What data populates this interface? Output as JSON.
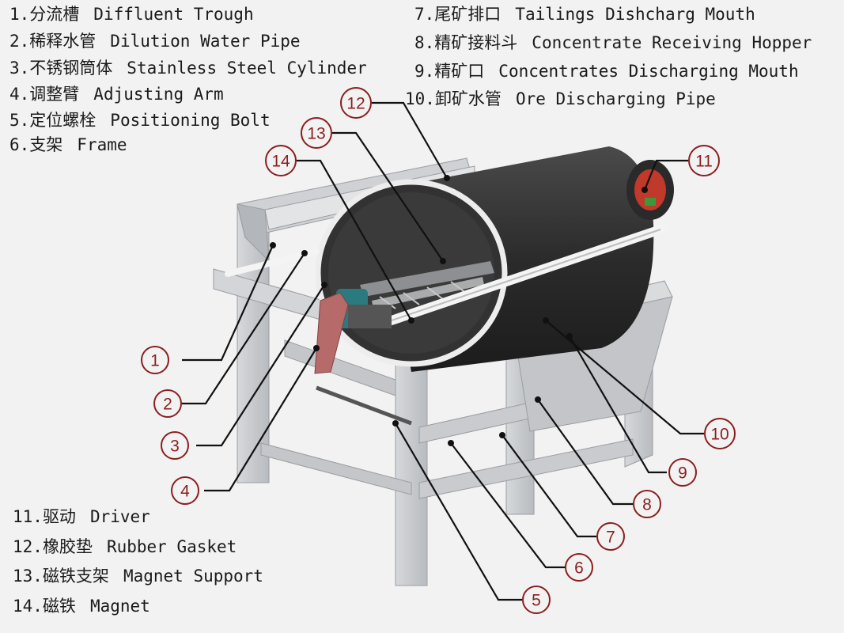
{
  "legend": [
    {
      "num": "1.",
      "cn": "分流槽",
      "en": "Diffluent Trough"
    },
    {
      "num": "2.",
      "cn": "稀释水管",
      "en": "Dilution Water Pipe"
    },
    {
      "num": "3.",
      "cn": "不锈钢筒体",
      "en": "Stainless Steel Cylinder"
    },
    {
      "num": "4.",
      "cn": "调整臂",
      "en": "Adjusting Arm"
    },
    {
      "num": "5.",
      "cn": "定位螺栓",
      "en": "Positioning Bolt"
    },
    {
      "num": "6.",
      "cn": "支架",
      "en": "Frame"
    },
    {
      "num": "7.",
      "cn": "尾矿排口",
      "en": "Tailings Dishcharg Mouth"
    },
    {
      "num": "8.",
      "cn": "精矿接料斗",
      "en": "Concentrate Receiving Hopper"
    },
    {
      "num": "9.",
      "cn": "精矿口",
      "en": "Concentrates Discharging Mouth"
    },
    {
      "num": "10.",
      "cn": "卸矿水管",
      "en": "Ore Discharging Pipe"
    },
    {
      "num": "11.",
      "cn": "驱动",
      "en": "Driver"
    },
    {
      "num": "12.",
      "cn": "橡胶垫",
      "en": "Rubber Gasket"
    },
    {
      "num": "13.",
      "cn": "磁铁支架",
      "en": "Magnet Support"
    },
    {
      "num": "14.",
      "cn": "磁铁",
      "en": "Magnet"
    }
  ],
  "callouts": [
    "1",
    "2",
    "3",
    "4",
    "5",
    "6",
    "7",
    "8",
    "9",
    "10",
    "11",
    "12",
    "13",
    "14"
  ],
  "colors": {
    "callout": "#8a1f1f",
    "drum": "#2b2b2b",
    "frame": "#c9cbce",
    "driver": "#c0392b",
    "arm": "#b76a6a",
    "motor": "#2a7a80"
  }
}
